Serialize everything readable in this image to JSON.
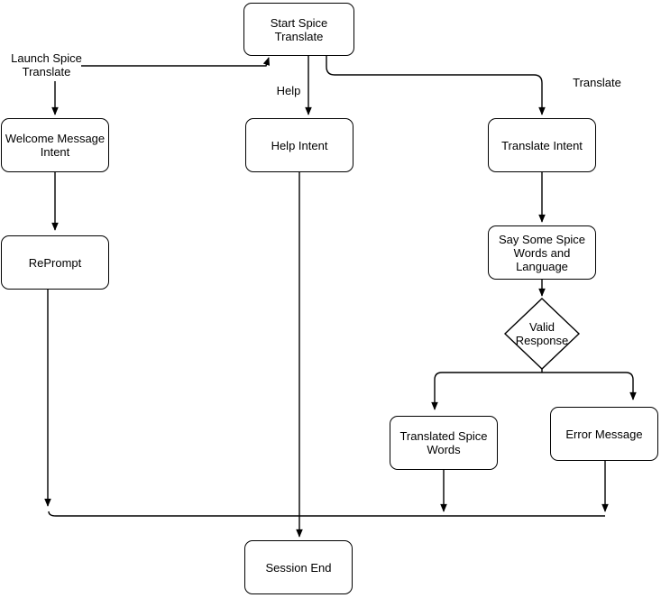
{
  "canvas": {
    "background_color": "#ffffff",
    "stroke_color": "#000000",
    "text_color": "#000000"
  },
  "nodes": {
    "start": {
      "label": "Start Spice Translate"
    },
    "welcome": {
      "label": "Welcome Message\nIntent"
    },
    "help_intent": {
      "label": "Help Intent"
    },
    "translate_intent": {
      "label": "Translate Intent"
    },
    "reprompt": {
      "label": "RePrompt"
    },
    "say_spice": {
      "label": "Say Some Spice\nWords and\nLanguage"
    },
    "valid_response": {
      "label": "Valid\nResponse"
    },
    "translated_words": {
      "label": "Translated Spice\nWords"
    },
    "error_message": {
      "label": "Error Message"
    },
    "session_end": {
      "label": "Session End"
    }
  },
  "edge_labels": {
    "launch": "Launch Spice\nTranslate",
    "help": "Help",
    "translate": "Translate"
  }
}
